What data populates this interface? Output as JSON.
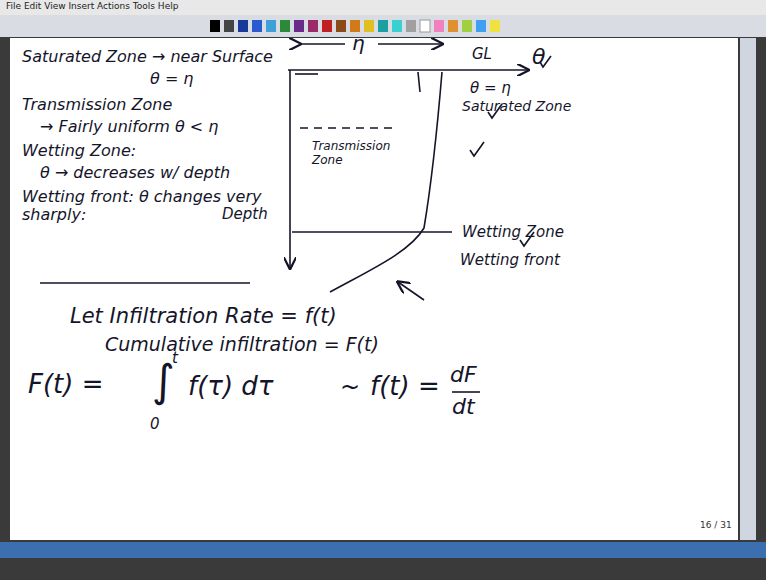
{
  "diagram": {
    "labels": [
      "File Edit View Insert Actions Tools Help",
      "Saturated Zone → near Surface",
      "θ = η",
      "Transmission Zone",
      "→ Fairly uniform θ < η",
      "Wetting Zone:",
      "θ → decreases w/ depth",
      "Wetting front: θ changes very sharply:",
      "η",
      "GL",
      "θ",
      "θ = η",
      "Saturated Zone",
      "Transmission Zone",
      "Depth",
      "Wetting Zone",
      "Wetting front",
      "Let Infiltration Rate = f(t)",
      "Cumulative infiltration = F(t)",
      "F(t) =",
      "∫",
      "t",
      "0",
      "f(τ) dτ",
      "~",
      "f(t) =",
      "dF",
      "dt",
      "16 / 31"
    ]
  }
}
